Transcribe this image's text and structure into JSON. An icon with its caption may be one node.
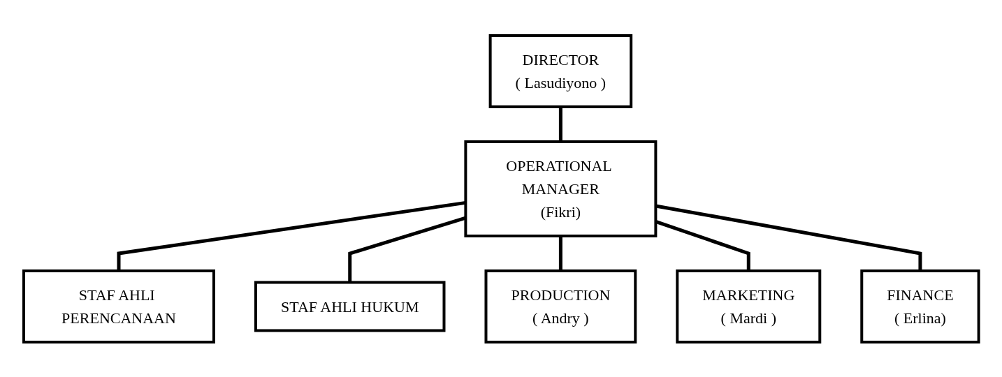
{
  "diagram": {
    "nodes": [
      {
        "text": [
          "DIRECTOR",
          "( Lasudiyono )"
        ]
      },
      {
        "text": [
          "STAF AHLI PERENCANAAN"
        ]
      },
      {
        "text": [
          "OPERATIONAL MANAGER",
          "(Fikri)"
        ]
      },
      {
        "text": [
          "STAF AHLI HUKUM"
        ]
      },
      {
        "text": [
          "PRODUCTION",
          "( Andry )"
        ]
      },
      {
        "text": [
          "MARKETING",
          "( Mardi )"
        ]
      },
      {
        "text": [
          "FINANCE",
          "( Erlina)"
        ]
      }
    ],
    "edges": [
      {
        "from": 0,
        "to": 2,
        "arrow": "none"
      },
      {
        "from": 2,
        "to": 1,
        "arrow": "none"
      },
      {
        "from": 2,
        "to": 3,
        "arrow": "none"
      },
      {
        "from": 2,
        "to": 4,
        "arrow": "none"
      },
      {
        "from": 2,
        "to": 5,
        "arrow": "none"
      },
      {
        "from": 2,
        "to": 6,
        "arrow": "none"
      }
    ]
  }
}
